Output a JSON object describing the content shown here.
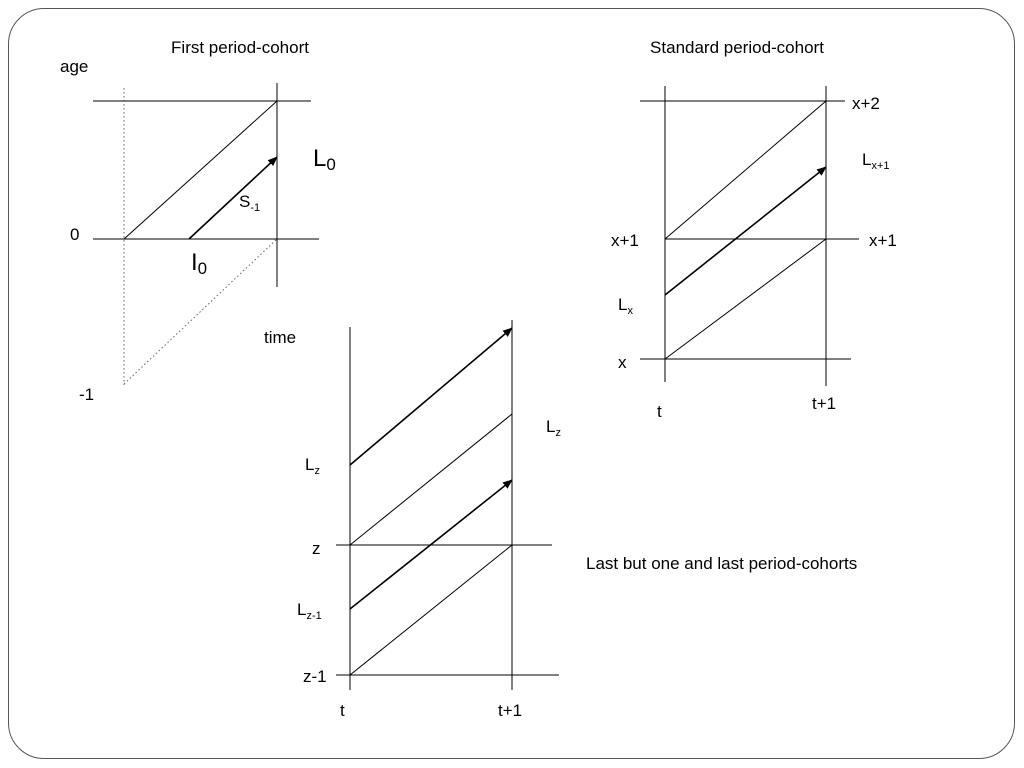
{
  "diagram": {
    "first": {
      "title": "First period-cohort",
      "age_label": "age",
      "zero_label": "0",
      "minus_one_label": "-1",
      "L_label": "L",
      "L_sub": "0",
      "S_label": "S",
      "S_sub": "-1",
      "I_label": "I",
      "I_sub": "0"
    },
    "standard": {
      "title": "Standard period-cohort",
      "x2_label": "x+2",
      "x1_left_label": "x+1",
      "x1_right_label": "x+1",
      "x_label": "x",
      "t_label": "t",
      "t1_label": "t+1",
      "Lx1_label": "L",
      "Lx1_sub": "x+1",
      "Lx_label": "L",
      "Lx_sub": "x"
    },
    "last": {
      "caption": "Last but one and last period-cohorts",
      "time_label": "time",
      "z_label": "z",
      "z1_label": "z-1",
      "t_label": "t",
      "t1_label": "t+1",
      "Lz_left_label": "L",
      "Lz_left_sub": "z",
      "Lz_right_label": "L",
      "Lz_right_sub": "z",
      "Lz1_label": "L",
      "Lz1_sub": "z-1"
    }
  }
}
